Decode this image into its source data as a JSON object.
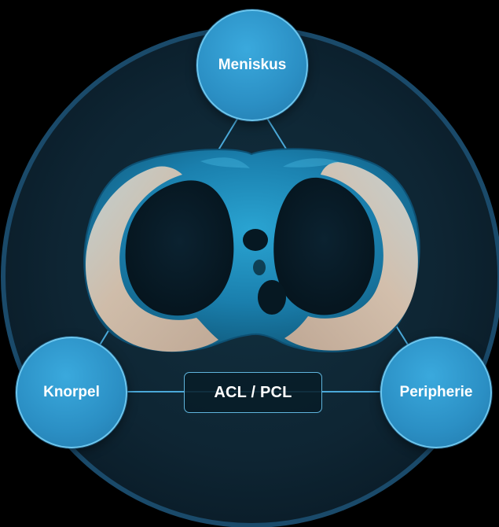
{
  "diagram": {
    "nodes": {
      "meniskus": "Meniskus",
      "knorpel": "Knorpel",
      "peripherie": "Peripherie"
    },
    "center_label": "ACL / PCL"
  },
  "colors": {
    "background": "#000000",
    "outer_circle_fill": "#0d2433",
    "outer_circle_border": "#1c4d6d",
    "node_fill": "#2b8fc4",
    "node_border": "#6cc6ee",
    "connector": "#4aa8d8",
    "meniscus_tissue": "#d8c3b0",
    "tibia_surface": "#1f8fbf"
  }
}
